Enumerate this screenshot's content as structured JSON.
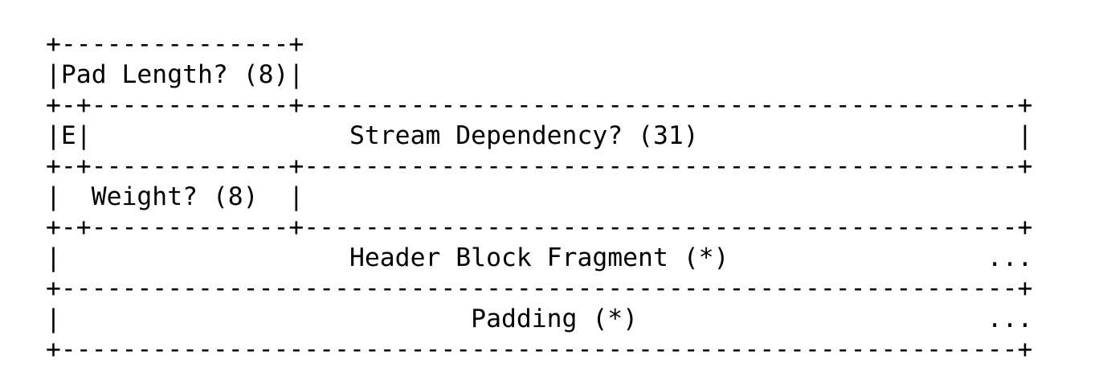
{
  "diagram": {
    "lines": [
      "+---------------+",
      "|Pad Length? (8)|",
      "+-+-------------+-----------------------------------------------+",
      "|E|                 Stream Dependency? (31)                     |",
      "+-+-------------+-----------------------------------------------+",
      "|  Weight? (8)  |",
      "+-+-------------+-----------------------------------------------+",
      "|                   Header Block Fragment (*)                 ...",
      "+---------------------------------------------------------------+",
      "|                           Padding (*)                       ...",
      "+---------------------------------------------------------------+"
    ]
  }
}
